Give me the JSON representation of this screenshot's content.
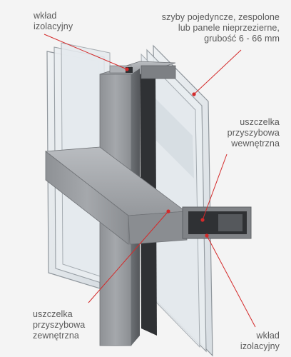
{
  "callouts": {
    "top_left": [
      "wkład",
      "izolacyjny"
    ],
    "top_right": [
      "szyby pojedyncze, zespolone",
      "lub panele nieprzezierne,",
      "grubość 6 - 66 mm"
    ],
    "mid_right": [
      "uszczelka",
      "przyszybowa",
      "wewnętrzna"
    ],
    "bottom_left": [
      "uszczelka",
      "przyszybowa",
      "zewnętrzna"
    ],
    "bottom_right": [
      "wkład",
      "izolacyjny"
    ]
  },
  "colors": {
    "background": "#f4f4f4",
    "leader_line": "#d42a2a",
    "aluminium": "#9a9da1",
    "aluminium_dark": "#5f6266",
    "glass": "#e3e8ec",
    "glass_edge": "#8f969c",
    "insulation_dark": "#2f3134"
  }
}
